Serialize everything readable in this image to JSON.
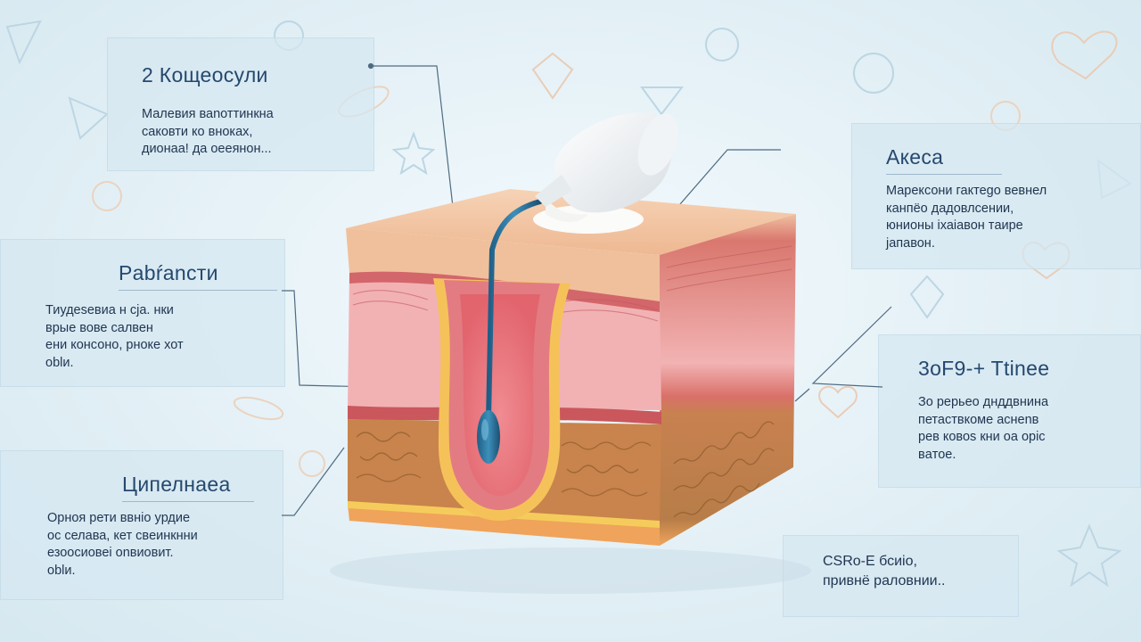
{
  "colors": {
    "background": "#e3f0f6",
    "panel": "#d6e8f1",
    "title": "#25486e",
    "text": "#1f3550",
    "leader_line": "#4f6b82",
    "epidermis": "#f2c6a3",
    "dermis": "#f3b4b6",
    "hypodermis": "#c9864d",
    "follicle_probe": "#2c6e96"
  },
  "panels": [
    {
      "id": "top-left",
      "title": "2 Кощеосули",
      "text": "Малевия ваnоттинкна\nсаковти ко вноках,\nдионаа! да оееянон..."
    },
    {
      "id": "middle-left",
      "title": "Pabŕancти",
      "text": "Тиудеseвиа н сja. нки\nврые вове салвен\nени консоно, рноке хот\nоblи."
    },
    {
      "id": "bottom-left",
      "title": "Ципелнаеа",
      "text": "Орноя рети ввнio yрдие\nос селава, кет свeинкнни\nезоосиовеi оnвиовит.\noblи."
    },
    {
      "id": "top-right",
      "title": "Акеса",
      "text": "Марексони гактеgо вевнел\nканпёо дадовлсении,\nюнионы іхаіавон тaиpe\nјапавон."
    },
    {
      "id": "middle-right",
      "title": "3оF9-+ Ttinee",
      "text": "Зо рерьео днддвнина\nпетаствкоме аснеnв\nрев ковоs кни оа орiс\nвaтое."
    },
    {
      "id": "bottom-right",
      "title": "",
      "text": "СSRо-Е бсиiо,\nпривнё раловнии.."
    }
  ],
  "icons": [
    "triangle-outline-icon",
    "heart-outline-icon",
    "sun-outline-icon",
    "flower-outline-icon",
    "leaf-outline-icon",
    "diamond-outline-icon",
    "star-outline-icon",
    "tube-icon"
  ]
}
